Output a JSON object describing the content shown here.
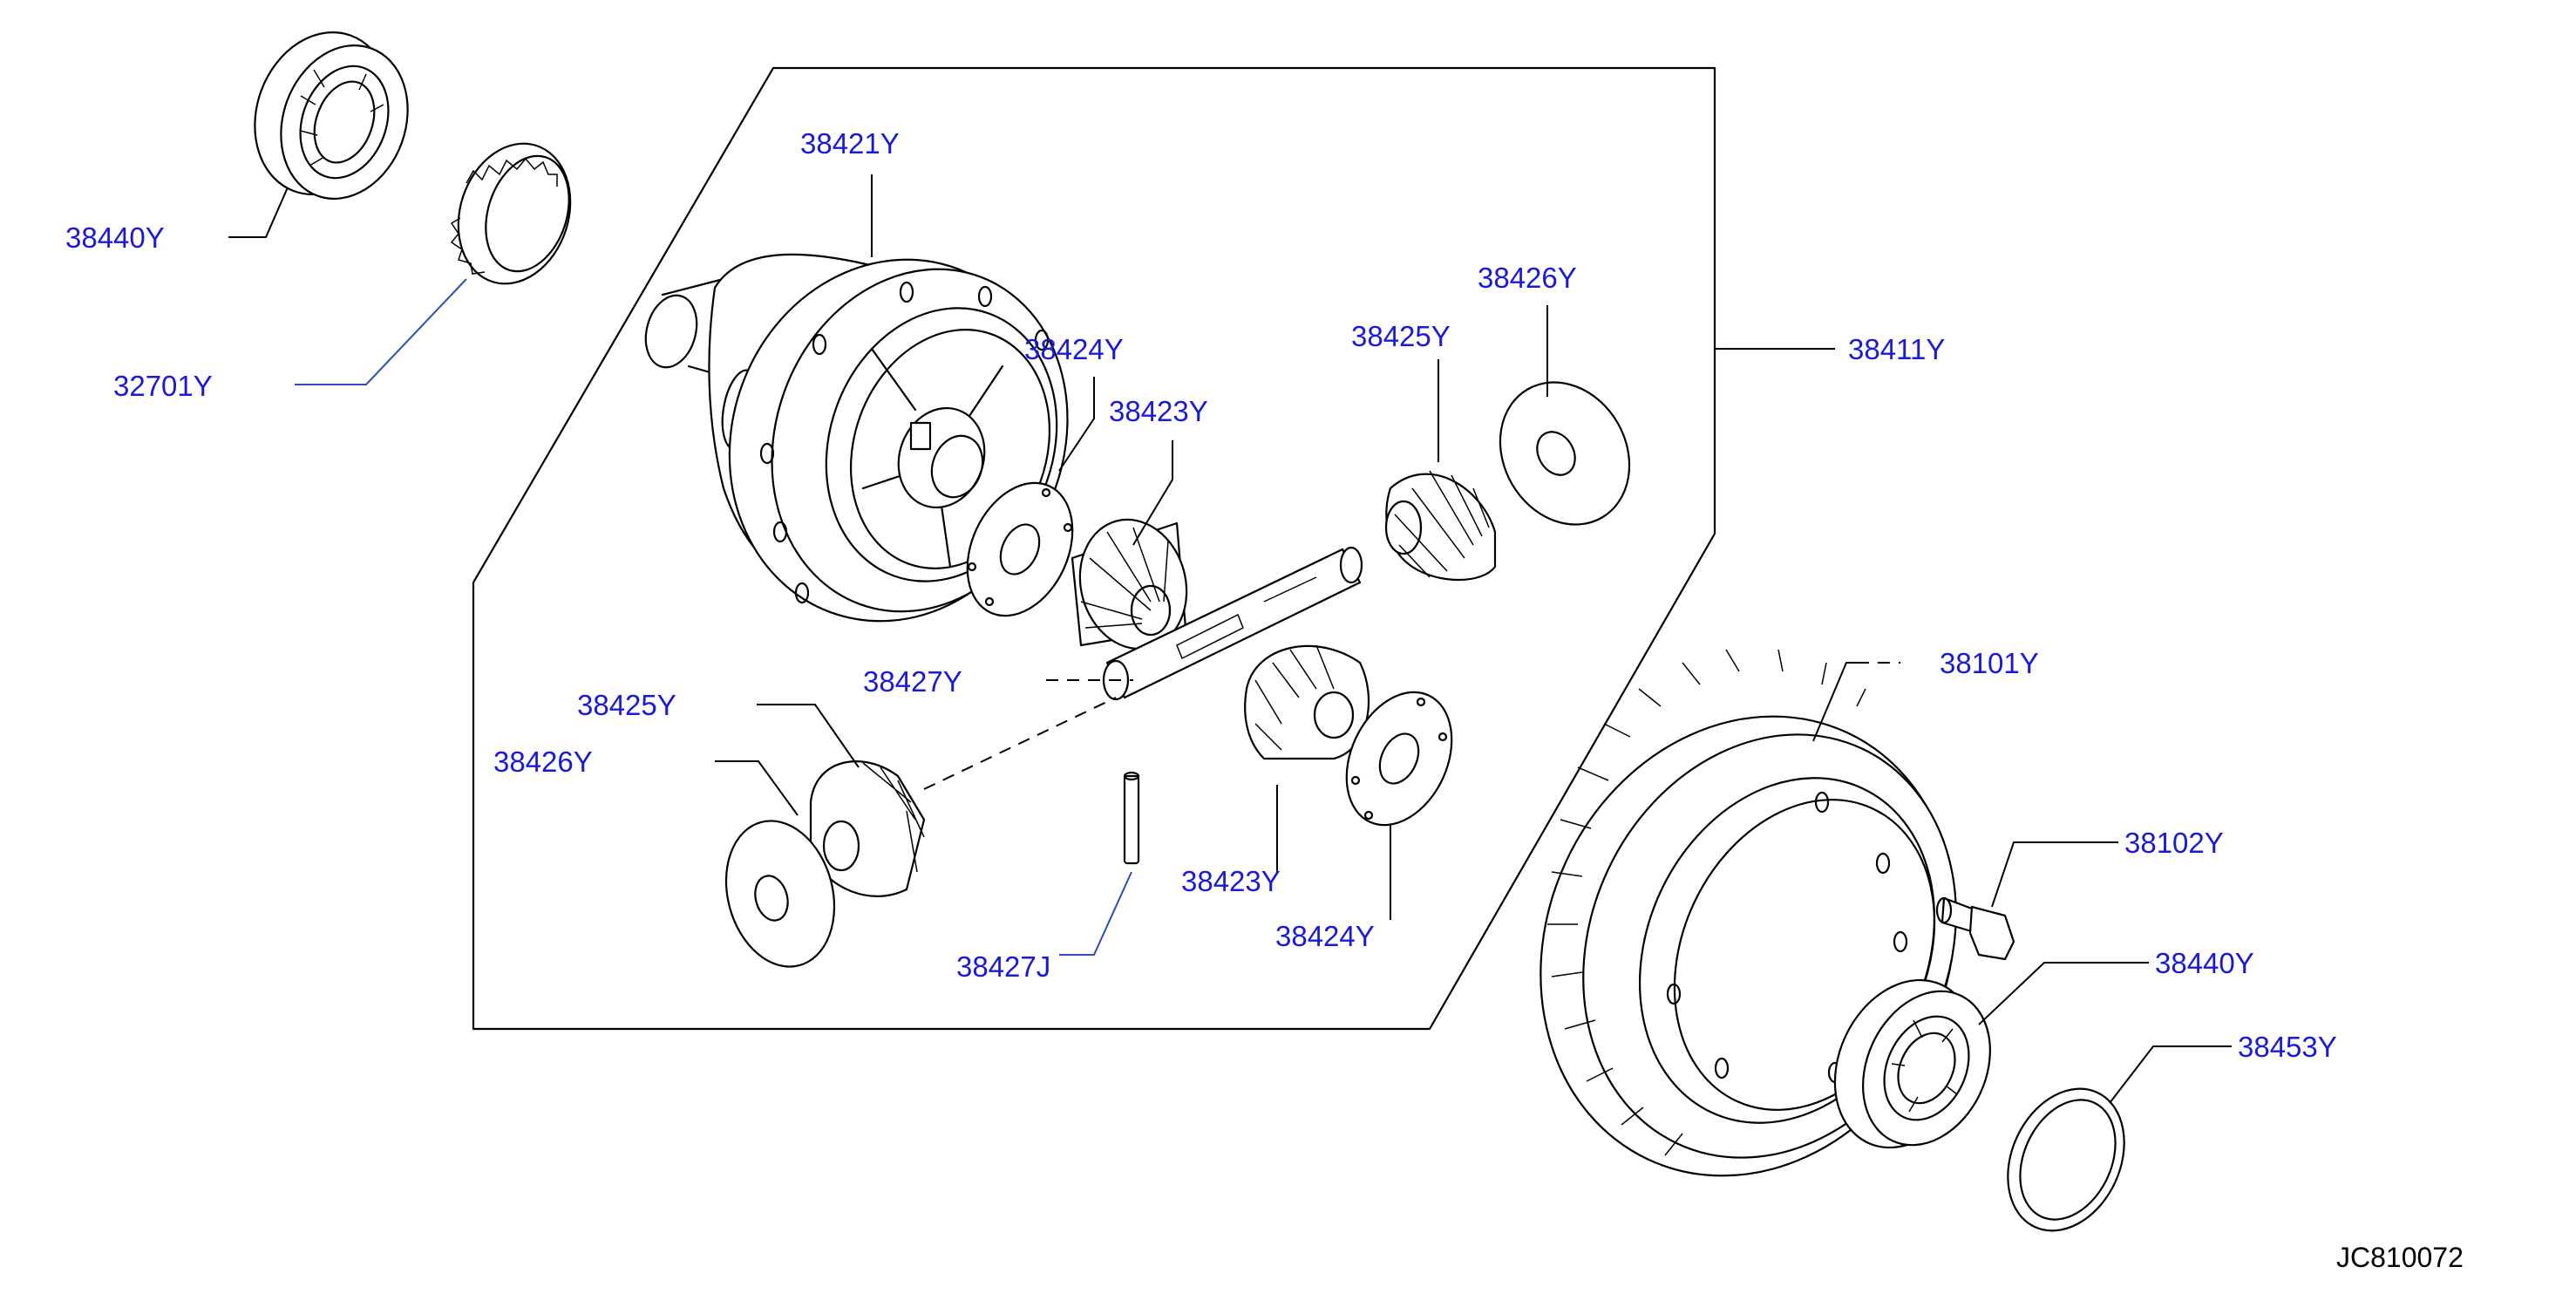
{
  "diagram": {
    "document_id": "JC810072",
    "labels": {
      "bearing_left": "38440Y",
      "shim_left": "32701Y",
      "case": "38421Y",
      "thrust_washer_upper": "38424Y",
      "pinion_gear_upper": "38423Y",
      "side_gear_upper": "38425Y",
      "side_washer_upper": "38426Y",
      "case_assembly": "38411Y",
      "pinion_shaft": "38427Y",
      "ring_gear": "38101Y",
      "side_gear_lower": "38425Y",
      "side_washer_lower": "38426Y",
      "pinion_gear_lower": "38423Y",
      "thrust_washer_lower": "38424Y",
      "lock_pin": "38427J",
      "ring_gear_bolt": "38102Y",
      "bearing_right": "38440Y",
      "oil_seal": "38453Y"
    }
  }
}
